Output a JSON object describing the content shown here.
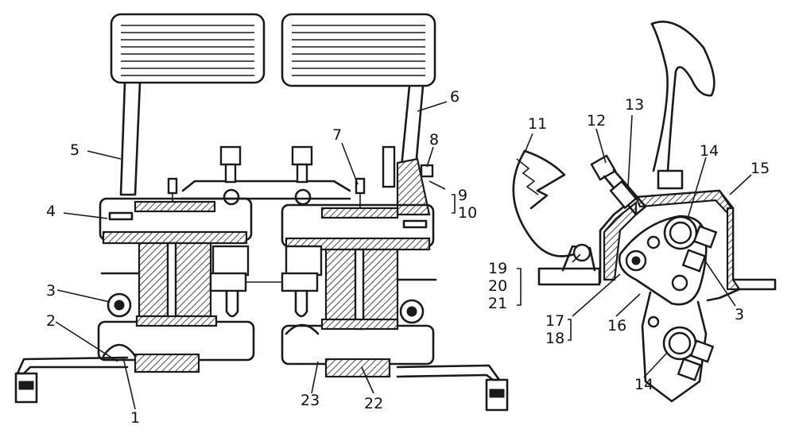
{
  "labels": {
    "l1": "1",
    "l2": "2",
    "l3": "3",
    "l3b": "3",
    "l4": "4",
    "l5": "5",
    "l6": "6",
    "l7": "7",
    "l8": "8",
    "l9": "9",
    "l10": "10",
    "l11": "11",
    "l12": "12",
    "l13": "13",
    "l14": "14",
    "l14b": "14",
    "l15": "15",
    "l16": "16",
    "l17": "17",
    "l18": "18",
    "l19": "19",
    "l20": "20",
    "l21": "21",
    "l22": "22",
    "l23": "23"
  }
}
